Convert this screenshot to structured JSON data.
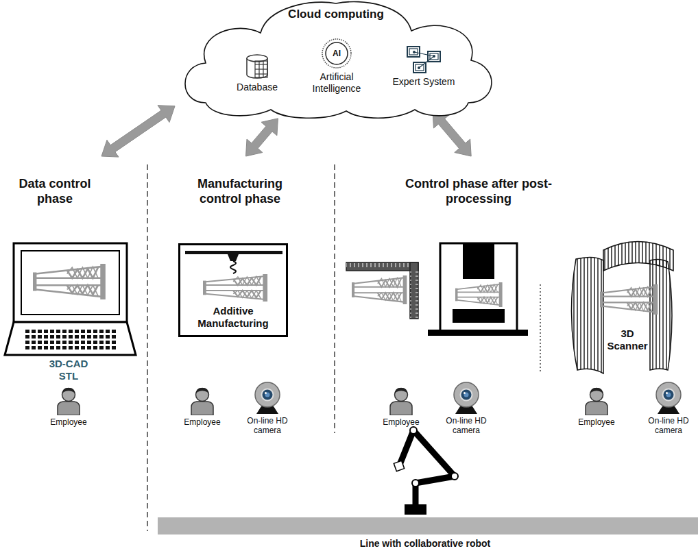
{
  "diagram": {
    "nodes": [
      {
        "text": [
          "Cloud computing"
        ]
      },
      {
        "text": [
          "Database"
        ],
        "in": 0
      },
      {
        "text": [
          "AI",
          "Artificial Intelligence"
        ],
        "in": 0
      },
      {
        "text": [
          "Expert System"
        ],
        "in": 0
      },
      {
        "text": [
          "Data control phase"
        ]
      },
      {
        "text": [
          "Manufacturing control phase"
        ]
      },
      {
        "text": [
          "Control phase after post-processing"
        ]
      },
      {
        "text": [
          "Additive Manufacturing"
        ]
      }
    ],
    "edges": [
      {
        "from": 0,
        "to": 4,
        "arrow": "both"
      },
      {
        "from": 0,
        "to": 5,
        "arrow": "both"
      },
      {
        "from": 0,
        "to": 6,
        "arrow": "both"
      }
    ],
    "labels": [
      "3D-CAD",
      "STL",
      "Employee",
      "Employee",
      "On-line HD camera",
      "Employee",
      "On-line HD camera",
      "3D Scanner",
      "Employee",
      "On-line HD camera",
      "Line with collaborative robot"
    ]
  }
}
